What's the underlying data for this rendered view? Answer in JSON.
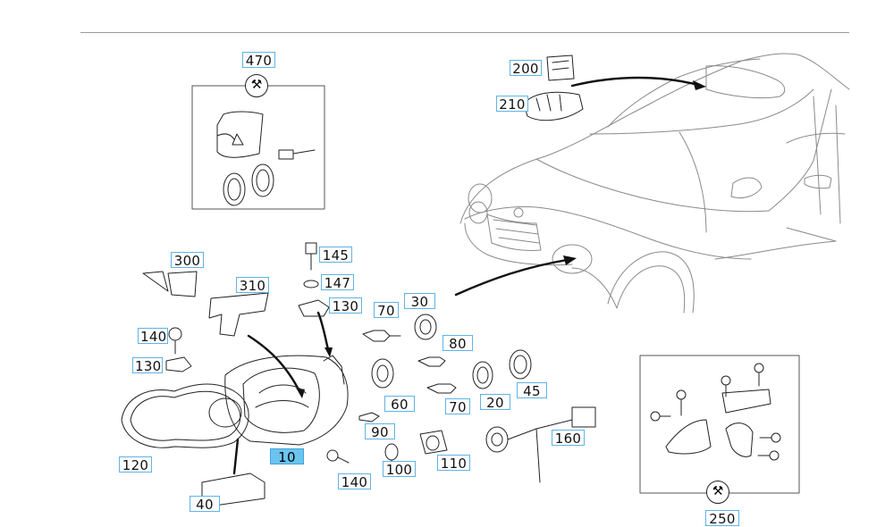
{
  "callouts": {
    "c470": "470",
    "c200": "200",
    "c210": "210",
    "c300": "300",
    "c310": "310",
    "c145": "145",
    "c147": "147",
    "c130a": "130",
    "c70a": "70",
    "c30": "30",
    "c140a": "140",
    "c130b": "130",
    "c80": "80",
    "c45": "45",
    "c60": "60",
    "c70b": "70",
    "c20": "20",
    "c90": "90",
    "c160": "160",
    "c120": "120",
    "c10": "10",
    "c100": "100",
    "c110": "110",
    "c140b": "140",
    "c40": "40",
    "c250": "250"
  },
  "selected_callout": "10",
  "colors": {
    "callout_border": "#5fb3e6",
    "callout_selected_bg": "#6cc4ee",
    "line_art": "#222222"
  },
  "icons": {
    "kit_470": "wrench-icon",
    "kit_250": "wrench-icon"
  }
}
